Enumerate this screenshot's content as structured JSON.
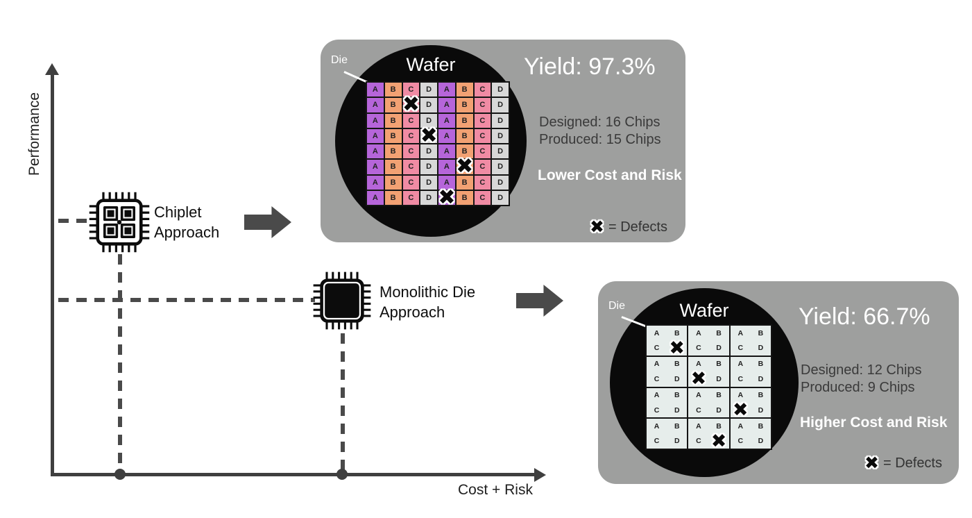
{
  "chart": {
    "y_axis_label": "Performance",
    "x_axis_label": "Cost + Risk"
  },
  "approaches": {
    "chiplet": {
      "label_line1": "Chiplet",
      "label_line2": "Approach"
    },
    "monolithic": {
      "label_line1": "Monolithic Die",
      "label_line2": "Approach"
    }
  },
  "panel_chiplet": {
    "die_label": "Die",
    "wafer_label": "Wafer",
    "yield": "Yield: 97.3%",
    "designed": "Designed: 16 Chips",
    "produced": "Produced: 15 Chips",
    "note": "Lower Cost and Risk",
    "defect_symbol": "✖",
    "defects_legend": "= Defects",
    "grid": {
      "rows": 8,
      "cols": 8,
      "column_pattern": [
        "A",
        "B",
        "C",
        "D",
        "A",
        "B",
        "C",
        "D"
      ],
      "defect_cells": [
        [
          1,
          2
        ],
        [
          3,
          3
        ],
        [
          5,
          5
        ],
        [
          7,
          4
        ]
      ],
      "die_colors": {
        "A": "#b665da",
        "B": "#f2a173",
        "C": "#f08ba4",
        "D": "#d8d8d8"
      }
    }
  },
  "panel_monolithic": {
    "die_label": "Die",
    "wafer_label": "Wafer",
    "yield": "Yield: 66.7%",
    "designed": "Designed: 12 Chips",
    "produced": "Produced: 9 Chips",
    "note": "Higher Cost and Risk",
    "defect_symbol": "✖",
    "defects_legend": "= Defects",
    "grid": {
      "rows": 4,
      "cols": 3,
      "quadrants": [
        "A",
        "B",
        "C",
        "D"
      ],
      "defect_quadrants": [
        [
          0,
          0,
          "D"
        ],
        [
          1,
          1,
          "C"
        ],
        [
          2,
          2,
          "C"
        ],
        [
          3,
          1,
          "D"
        ]
      ],
      "chip_color": "#e6edeb"
    }
  },
  "colors": {
    "panel_bg": "#9e9f9e",
    "wafer_bg": "#0a0a0a",
    "axis": "#3f3f3f",
    "accent_dark": "#4a4a4a"
  }
}
